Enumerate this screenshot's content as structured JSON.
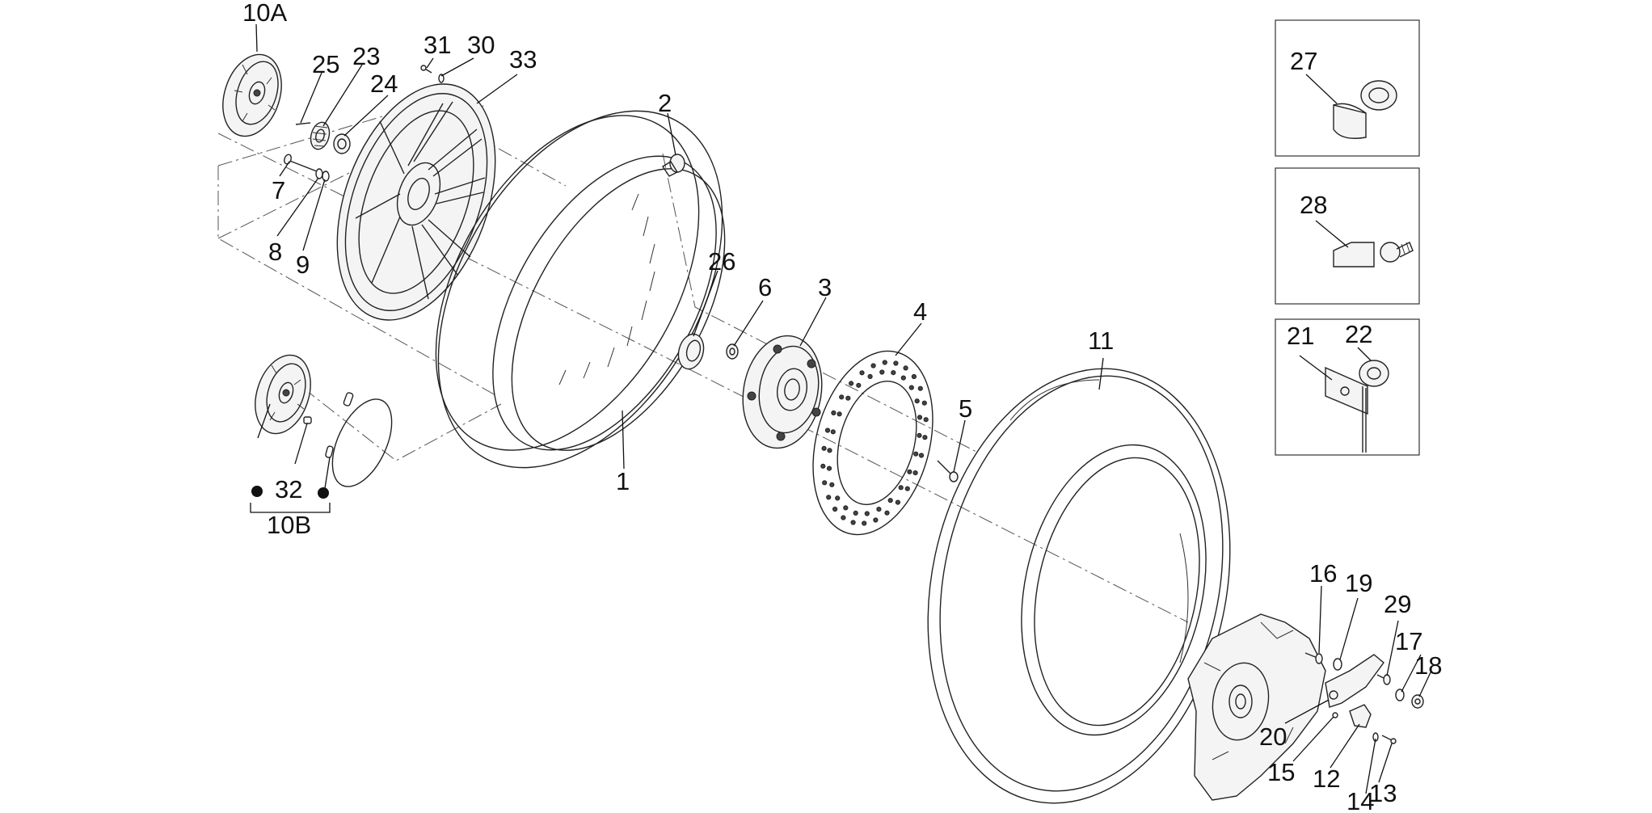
{
  "diagram": {
    "type": "exploded-parts-view",
    "labels": {
      "l1": "1",
      "l2": "2",
      "l3": "3",
      "l4": "4",
      "l5": "5",
      "l6": "6",
      "l7": "7",
      "l8": "8",
      "l9": "9",
      "l10a": "10A",
      "l10b": "10B",
      "l11": "11",
      "l12": "12",
      "l13": "13",
      "l14": "14",
      "l15": "15",
      "l16": "16",
      "l17": "17",
      "l18": "18",
      "l19": "19",
      "l20": "20",
      "l21": "21",
      "l22": "22",
      "l23": "23",
      "l24": "24",
      "l25": "25",
      "l26": "26",
      "l27": "27",
      "l28": "28",
      "l29": "29",
      "l30": "30",
      "l31": "31",
      "l32": "32",
      "l33": "33"
    },
    "colors": {
      "line": "#222222",
      "background": "#ffffff"
    }
  }
}
